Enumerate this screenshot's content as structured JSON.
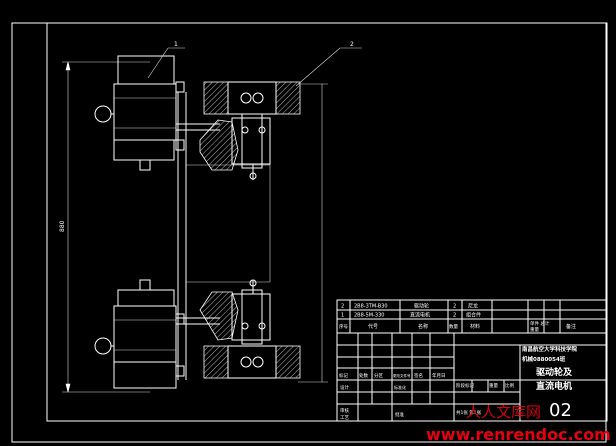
{
  "drawing": {
    "background": "#000000",
    "line_color": "#ffffff",
    "balloons": [
      "1",
      "2"
    ],
    "dimension_label": "880"
  },
  "title_block": {
    "parts": [
      {
        "no": "2",
        "code": "2B8-3TM-B30",
        "name": "驱动轮",
        "qty": "2",
        "material": "尼龙"
      },
      {
        "no": "1",
        "code": "2B8-5M-330",
        "name": "直流电机",
        "qty": "2",
        "material": "组合件"
      }
    ],
    "header": {
      "no": "序号",
      "code": "代号",
      "name": "名称",
      "qty": "数量",
      "material": "材料",
      "unit_weight": "单件 总计",
      "weight": "重量",
      "remark": "备注"
    },
    "school": "南昌航空大学科技学院",
    "class_line": "机械0880054班",
    "drawing_title_1": "驱动轮及",
    "drawing_title_2": "直流电机",
    "rows": [
      "标记",
      "处数",
      "分区",
      "更改文件号",
      "签名",
      "年月日"
    ],
    "roles": [
      "设计",
      "标准化",
      "审核",
      "工艺",
      "批准"
    ],
    "stage_labels": [
      "阶段标记",
      "重量",
      "比例"
    ],
    "sheet_info": "共1张 第1张",
    "drawing_number": "02"
  },
  "watermark": {
    "site_name": "人人文库网",
    "url": "www.renrendoc.com",
    "color": "#e60012"
  }
}
